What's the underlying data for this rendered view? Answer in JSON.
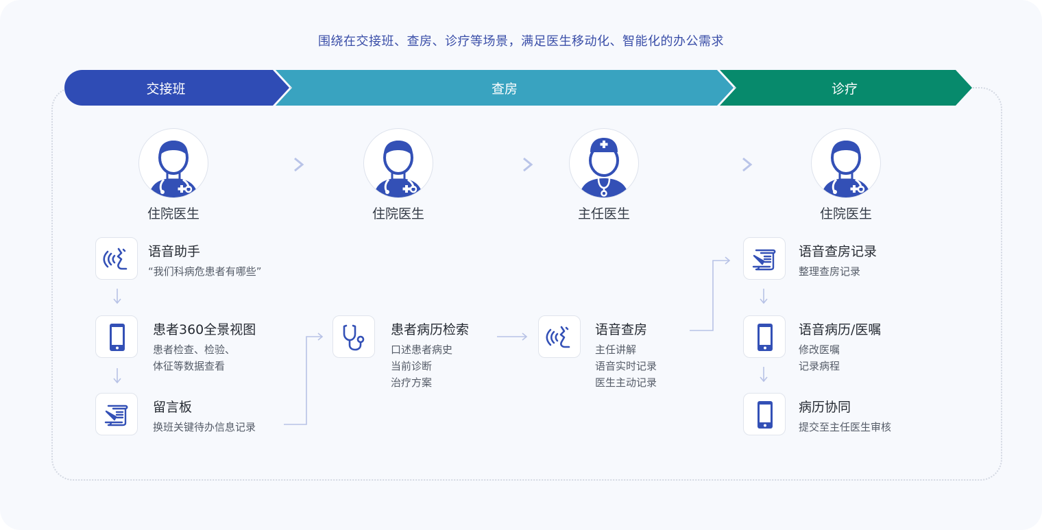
{
  "headline": "围绕在交接班、查房、诊疗等场景，满足医生移动化、智能化的办公需求",
  "colors": {
    "stage1": "#2f4cb5",
    "stage2": "#39a3c0",
    "stage3": "#078a6c",
    "accent": "#3350b6",
    "arrow": "#c4cdea"
  },
  "stages": [
    {
      "label": "交接班"
    },
    {
      "label": "查房"
    },
    {
      "label": "诊疗"
    }
  ],
  "roles": [
    {
      "name": "住院医生",
      "icon": "resident-doctor-icon"
    },
    {
      "name": "住院医生",
      "icon": "resident-doctor-icon"
    },
    {
      "name": "主任医生",
      "icon": "chief-doctor-icon"
    },
    {
      "name": "住院医生",
      "icon": "resident-doctor-icon"
    }
  ],
  "features": [
    {
      "title": "语音助手",
      "icon": "voice-assistant-icon",
      "lines": [
        "“我们科病危患者有哪些”"
      ]
    },
    {
      "title": "患者360全景视图",
      "icon": "mobile-phone-icon",
      "lines": [
        "患者检查、检验、",
        "体征等数据查看"
      ]
    },
    {
      "title": "留言板",
      "icon": "message-board-icon",
      "lines": [
        "换班关键待办信息记录"
      ]
    },
    {
      "title": "患者病历检索",
      "icon": "stethoscope-icon",
      "lines": [
        "口述患者病史",
        "当前诊断",
        "治疗方案"
      ]
    },
    {
      "title": "语音查房",
      "icon": "voice-assistant-icon",
      "lines": [
        "主任讲解",
        "语音实时记录",
        "医生主动记录"
      ]
    },
    {
      "title": "语音查房记录",
      "icon": "message-board-icon",
      "lines": [
        "整理查房记录"
      ]
    },
    {
      "title": "语音病历/医嘱",
      "icon": "mobile-phone-icon",
      "lines": [
        "修改医嘱",
        "记录病程"
      ]
    },
    {
      "title": "病历协同",
      "icon": "mobile-phone-icon",
      "lines": [
        "提交至主任医生审核"
      ]
    }
  ]
}
